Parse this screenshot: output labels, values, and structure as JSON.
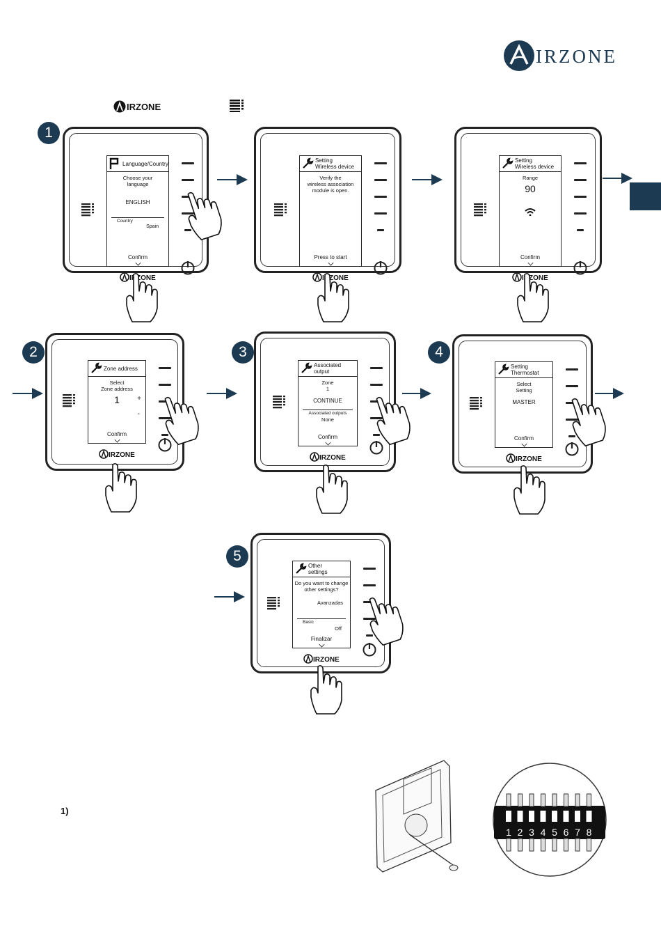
{
  "brand": {
    "logo_text": "IRZONE",
    "logo_letter": "A",
    "color": "#1c3a52"
  },
  "devices": [
    {
      "step": "1",
      "head_icon": "flag-icon",
      "header": [
        "Language/Country"
      ],
      "lines": [
        "Choose your",
        "language",
        "",
        "ENGLISH",
        "",
        "Country"
      ],
      "country_value": "Spain",
      "bottom": "Confirm"
    },
    {
      "step": "",
      "head_icon": "wrench-icon",
      "header": [
        "Setting",
        "Wireless device"
      ],
      "lines": [
        "Verify the",
        "wireless association",
        "module is open."
      ],
      "bottom": "Press to start"
    },
    {
      "step": "",
      "head_icon": "wrench-icon",
      "header": [
        "Setting",
        "Wireless device"
      ],
      "lines": [
        "Range",
        "90"
      ],
      "bottom": "Confirm"
    },
    {
      "step": "2",
      "head_icon": "wrench-icon",
      "header": [
        "Zone address"
      ],
      "lines": [
        "Select",
        "Zone address",
        "1"
      ],
      "plus": "+",
      "minus": "-",
      "bottom": "Confirm"
    },
    {
      "step": "3",
      "head_icon": "wrench-icon",
      "header": [
        "Associated output"
      ],
      "lines": [
        "Zone",
        "1",
        "CONTINUE",
        "Associated outputs",
        "None"
      ],
      "bottom": "Confirm"
    },
    {
      "step": "4",
      "head_icon": "wrench-icon",
      "header": [
        "Setting",
        "Thermostat"
      ],
      "lines": [
        "Select",
        "Setting",
        "MASTER"
      ],
      "bottom": "Confirm"
    },
    {
      "step": "5",
      "head_icon": "wrench-icon",
      "header": [
        "Other",
        "settings"
      ],
      "lines": [
        "Do you want to change",
        "other settings?",
        "Avanzadas",
        "Basic",
        "Off"
      ],
      "bottom": "Finalizar"
    }
  ],
  "dip_switch": {
    "numbers": [
      "1",
      "2",
      "3",
      "4",
      "5",
      "6",
      "7",
      "8"
    ]
  },
  "footnote": "1)"
}
